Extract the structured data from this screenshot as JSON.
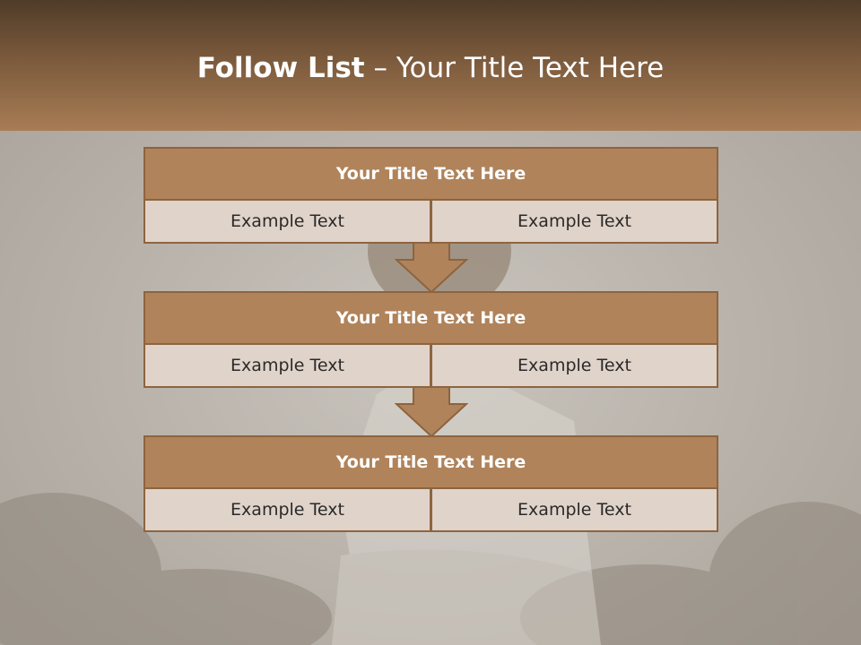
{
  "slide": {
    "title_bold": "Follow List",
    "title_sep": " – ",
    "title_rest": "Your Title Text Here"
  },
  "steps": [
    {
      "title": "Your Title Text Here",
      "left": "Example Text",
      "right": "Example Text"
    },
    {
      "title": "Your Title Text Here",
      "left": "Example Text",
      "right": "Example Text"
    },
    {
      "title": "Your Title Text Here",
      "left": "Example Text",
      "right": "Example Text"
    }
  ],
  "colors": {
    "header_top": "#4f3b28",
    "header_bottom": "#a87c55",
    "box_fill": "#b0835a",
    "box_border": "#8d6440",
    "cell_fill": "#e0d3c9"
  }
}
